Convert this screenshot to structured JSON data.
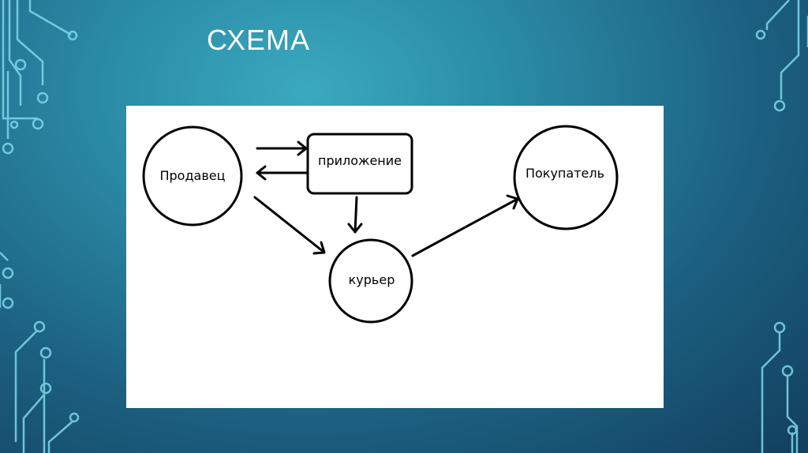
{
  "slide": {
    "title": "СХЕМА"
  },
  "diagram": {
    "nodes": {
      "seller": "Продавец",
      "app": "приложение",
      "buyer": "Покупатель",
      "courier": "курьер"
    }
  },
  "theme": {
    "background": "#2a8aa6",
    "circuit_color": "#6ed3e6",
    "panel_color": "#ffffff",
    "line_color": "#000000"
  }
}
